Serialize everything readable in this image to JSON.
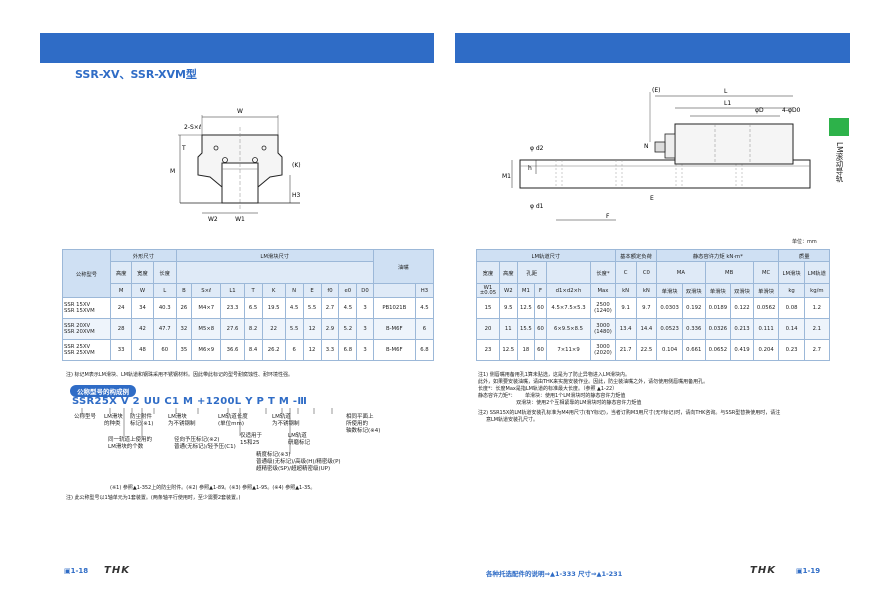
{
  "heading": "SSR-XV、SSR-XVM型",
  "side_tab": "LM滚动导轨",
  "unit_note": "单位：mm",
  "left_drawing": {
    "labels": {
      "w": "W",
      "sx": "2-S×ℓ",
      "t": "T",
      "m": "M",
      "k": "(K)",
      "h3": "H3",
      "w2": "W2",
      "w1": "W1"
    }
  },
  "right_drawing": {
    "labels": {
      "e": "(E)",
      "l": "L",
      "l1": "L1",
      "od": "φD",
      "holes": "4-φD0",
      "d2": "φ d2",
      "n": "N",
      "h": "h",
      "m1": "M1",
      "d1": "φ d1",
      "f": "F",
      "e2": "E"
    }
  },
  "left_table": {
    "header_row1": [
      "公称型号",
      "外形尺寸",
      "LM滑块尺寸"
    ],
    "header_row2": [
      "高度",
      "宽度",
      "长度",
      "油嘴"
    ],
    "header_row3": [
      "M",
      "W",
      "L",
      "B",
      "S×ℓ",
      "L1",
      "T",
      "K",
      "N",
      "E",
      "f0",
      "e0",
      "D0",
      "H3"
    ],
    "rows": [
      {
        "model": "SSR 15XV\nSSR 15XVM",
        "vals": [
          "24",
          "34",
          "40.3",
          "26",
          "M4×7",
          "23.3",
          "6.5",
          "19.5",
          "4.5",
          "5.5",
          "2.7",
          "4.5",
          "3",
          "PB1021B",
          "4.5"
        ]
      },
      {
        "model": "SSR 20XV\nSSR 20XVM",
        "vals": [
          "28",
          "42",
          "47.7",
          "32",
          "M5×8",
          "27.6",
          "8.2",
          "22",
          "5.5",
          "12",
          "2.9",
          "5.2",
          "3",
          "B-M6F",
          "6"
        ]
      },
      {
        "model": "SSR 25XV\nSSR 25XVM",
        "vals": [
          "33",
          "48",
          "60",
          "35",
          "M6×9",
          "36.6",
          "8.4",
          "26.2",
          "6",
          "12",
          "3.3",
          "6.8",
          "3",
          "B-M6F",
          "6.8"
        ]
      }
    ],
    "note": "注) 标记M表示LM滑块、LM轨道和钢珠采用不锈钢材料。因此带此标记的型号耐腐蚀性、耐环境性强。"
  },
  "composition": {
    "pill": "公称型号的构成例",
    "model_code": "SSR25X  V  2  UU  C1  M  +1200L  Y  P  T  M  -Ⅲ",
    "labels": [
      "公称型号",
      "LM滑块\n的种类",
      "防尘附件\n标记(※1)",
      "LM滑块\n为不锈钢制",
      "LM轨道长度\n(单位mm)",
      "LM轨道\n为不锈钢制",
      "相同平面上\n所使用的\n轴数标记(※4)",
      "同一轨道上使用的\nLM滑块的个数",
      "径向予压标记(※2)\n普通(无标记)/轻予压(C1)",
      "仅适用于\n15和25",
      "LM轨道\n研磨标记",
      "精度标记(※3)\n普通级(无标记)/高级(H)/精密级(P)\n超精密级(SP)/超超精密级(UP)"
    ],
    "footnote": "(※1) 参照▲1-352上的防尘附件。(※2) 参照▲1-89。(※3) 参照▲1-95。(※4) 参照▲1-35。",
    "note2": "注) 此公称型号以1轴单元为1套装置。(两条轴平行使用时，至少需要2套装置。)"
  },
  "right_table": {
    "header_row1": [
      "LM轨道尺寸",
      "基本额定负荷",
      "静态容许力矩 kN·m*",
      "质量"
    ],
    "header_row2": [
      "宽度",
      "高度",
      "孔距",
      "长度*",
      "C",
      "C0",
      "MA",
      "MB",
      "MC",
      "LM滑块",
      "LM轨道"
    ],
    "header_row3": [
      "W1\n±0.05",
      "W2",
      "M1",
      "F",
      "d1×d2×h",
      "Max",
      "kN",
      "kN",
      "单滑块",
      "双滑块",
      "单滑块",
      "双滑块",
      "单滑块",
      "kg",
      "kg/m"
    ],
    "rows": [
      [
        "15",
        "9.5",
        "12.5",
        "60",
        "4.5×7.5×5.3",
        "2500\n(1240)",
        "9.1",
        "9.7",
        "0.0303",
        "0.192",
        "0.0189",
        "0.122",
        "0.0562",
        "0.08",
        "1.2"
      ],
      [
        "20",
        "11",
        "15.5",
        "60",
        "6×9.5×8.5",
        "3000\n(1480)",
        "13.4",
        "14.4",
        "0.0523",
        "0.336",
        "0.0326",
        "0.213",
        "0.111",
        "0.14",
        "2.1"
      ],
      [
        "23",
        "12.5",
        "18",
        "60",
        "7×11×9",
        "3000\n(2020)",
        "21.7",
        "22.5",
        "0.104",
        "0.661",
        "0.0652",
        "0.419",
        "0.204",
        "0.23",
        "2.7"
      ]
    ],
    "notes": [
      "注1) 侧唇嘴用备用孔1算未贴选，这是为了防止异物进入LM滑块内。",
      "此外，如果要安装油嘴，请由THK来实施安装作业。因此，防尘装油嘴之外，请勿使用侧唇嘴用备用孔。",
      "长度*：长度Max是指LM轨道的标准最大长度。（参照 ▲1-22）",
      "静态容许力矩*：      单滑块：使用1个LM滑块时的静态容许力矩值",
      "                        双滑块：使用2个互相紧靠的LM滑块时的静态容许力矩值",
      "注2) SSR15X的LM轨道安装孔标准为M4用尺寸(有Y标记)，当者订购M3用尺寸(无Y标记)时，请向THK咨询。与SSR型替换使用时，请注",
      "     意LM轨道安装孔尺寸。"
    ]
  },
  "footer": {
    "left_page": "1-18",
    "left_brand": "THK",
    "right_link": "各种托选配件的说明⇒▲1-333   尺寸⇒▲1-231",
    "right_brand": "THK",
    "right_page": "1-19"
  },
  "colors": {
    "accent": "#2f6cc6",
    "green": "#2db24a",
    "header": "#cfe0f3"
  }
}
